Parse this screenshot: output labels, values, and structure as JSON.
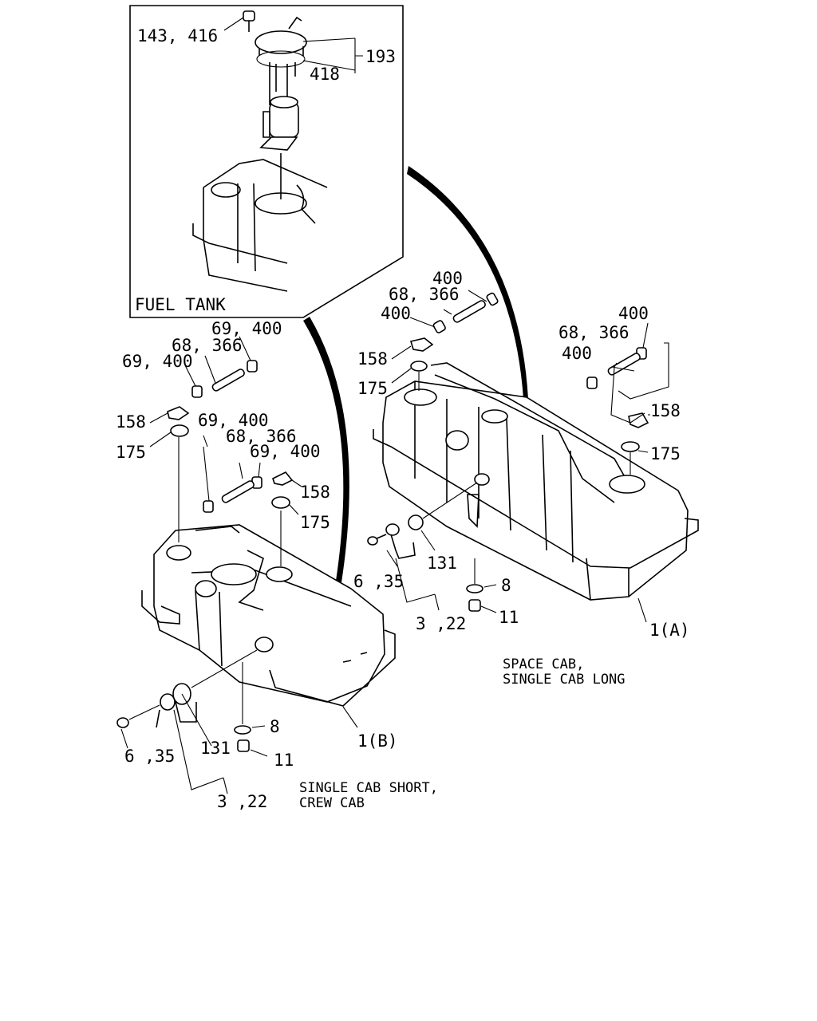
{
  "inset": {
    "title": "FUEL TANK"
  },
  "captions": {
    "tank_a": [
      "SPACE CAB,",
      "SINGLE CAB LONG"
    ],
    "tank_b": [
      "SINGLE CAB SHORT,",
      "CREW CAB"
    ]
  },
  "callouts": {
    "inset_143_416": "143, 416",
    "inset_193": "193",
    "inset_418": "418",
    "a_400_top": "400",
    "a_68_366_left": "68, 366",
    "a_400_left": "400",
    "a_158_left": "158",
    "a_175_left": "175",
    "a_400_right": "400",
    "a_68_366_right": "68, 366",
    "a_400_right_low": "400",
    "a_158_right": "158",
    "a_175_right": "175",
    "a_6_35": "6 ,35",
    "a_131": "131",
    "a_3_22": "3 ,22",
    "a_8": "8",
    "a_11": "11",
    "a_1a": "1(A)",
    "b_69_400_top": "69, 400",
    "b_68_366_top": "68, 366",
    "b_69_400_left": "69, 400",
    "b_158_left": "158",
    "b_175_left": "175",
    "b_69_400_mid": "69, 400",
    "b_68_366_mid": "68, 366",
    "b_69_400_mid2": "69, 400",
    "b_158_mid": "158",
    "b_175_mid": "175",
    "b_6_35": "6 ,35",
    "b_131": "131",
    "b_3_22": "3 ,22",
    "b_8": "8",
    "b_11": "11",
    "b_1b": "1(B)"
  }
}
